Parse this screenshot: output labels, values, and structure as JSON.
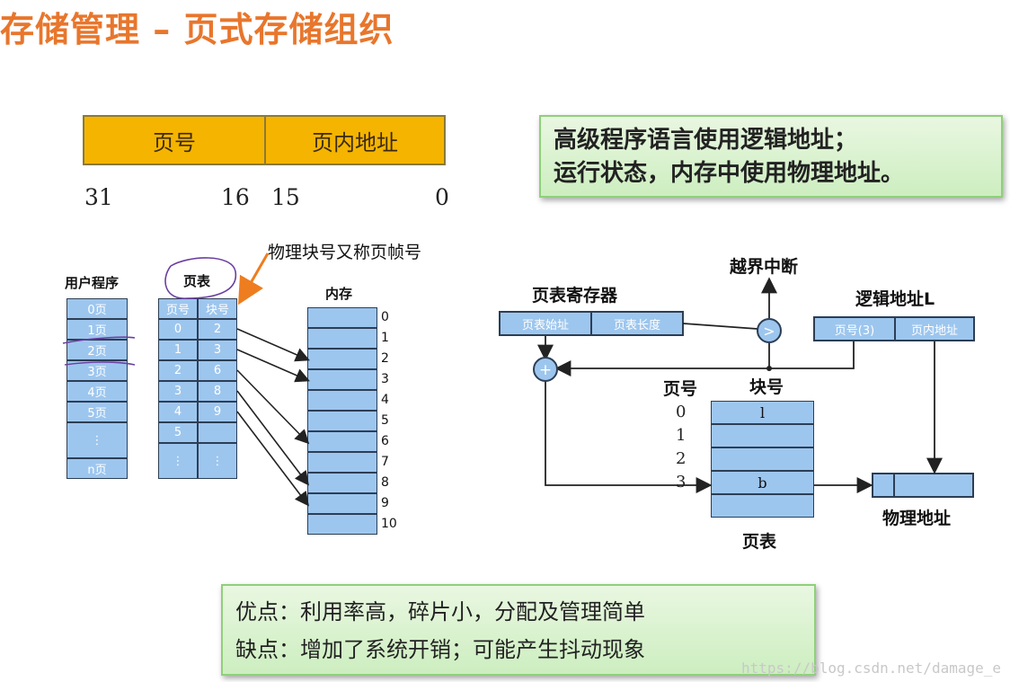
{
  "title": "存储管理 – 页式存储组织",
  "address_format": {
    "page_field": "页号",
    "offset_field": "页内地址",
    "bits": {
      "b31": "31",
      "b16": "16",
      "b15": "15",
      "b0": "0"
    }
  },
  "note_top": {
    "line1": "高级程序语言使用逻辑地址；",
    "line2": "运行状态，内存中使用物理地址。"
  },
  "left_diagram": {
    "annotation": "物理块号又称页帧号",
    "user_program": {
      "label": "用户程序",
      "pages": [
        "0页",
        "1页",
        "2页",
        "3页",
        "4页",
        "5页",
        "⋮",
        "n页"
      ]
    },
    "page_table": {
      "label": "页表",
      "header_page": "页号",
      "header_block": "块号",
      "page_col": [
        "0",
        "1",
        "2",
        "3",
        "4",
        "5",
        "⋮"
      ],
      "block_col": [
        "2",
        "3",
        "6",
        "8",
        "9",
        "",
        "⋮"
      ]
    },
    "memory": {
      "label": "内存",
      "blocks": [
        "0",
        "1",
        "2",
        "3",
        "4",
        "5",
        "6",
        "7",
        "8",
        "9",
        "10"
      ]
    }
  },
  "right_diagram": {
    "ptr_label": "页表寄存器",
    "ptr_start": "页表始址",
    "ptr_length": "页表长度",
    "interrupt": "越界中断",
    "logical_label": "逻辑地址L",
    "logical_page": "页号(3)",
    "logical_offset": "页内地址",
    "page_no_label": "页号",
    "block_no_label": "块号",
    "page_numbers": [
      "0",
      "1",
      "2",
      "3"
    ],
    "table_entries": [
      "l",
      "",
      "",
      "b",
      ""
    ],
    "table_label": "页表",
    "physical_label": "物理地址",
    "compare_symbol": ">",
    "add_symbol": "+"
  },
  "note_bottom": {
    "pros": "优点：利用率高，碎片小，分配及管理简单",
    "cons": "缺点：增加了系统开销；可能产生抖动现象"
  },
  "watermark": "https://blog.csdn.net/damage_e",
  "colors": {
    "title": "#e8762c",
    "bar": "#f5b400",
    "cell": "#9dc6ee",
    "note": "#cdeec0",
    "arrow_orange": "#ee7d1f"
  }
}
